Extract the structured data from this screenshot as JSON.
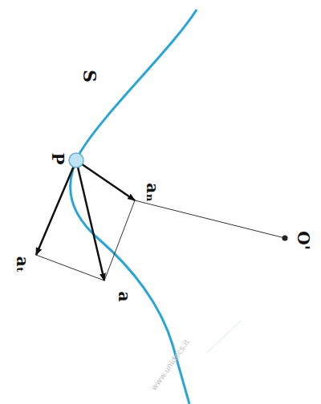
{
  "diagram": {
    "labels": [
      "S",
      "P",
      "aₙ",
      "aₜ",
      "a",
      "O'",
      "www.unidocs.it"
    ]
  }
}
